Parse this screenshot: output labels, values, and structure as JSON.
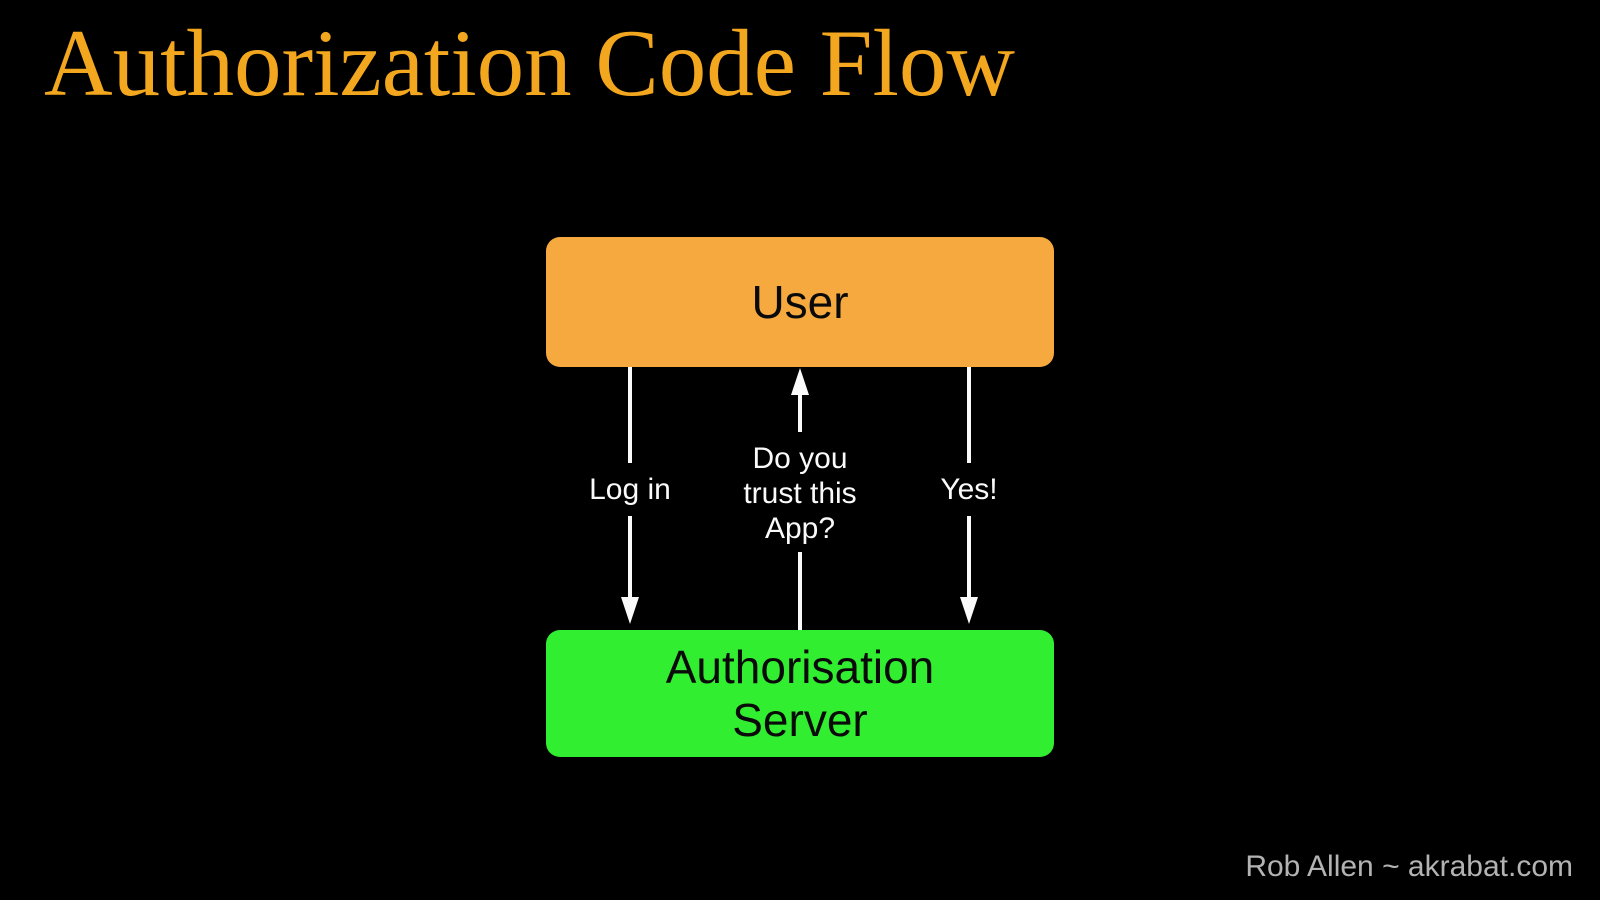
{
  "slide": {
    "title": "Authorization Code Flow",
    "footer_credit": "Rob Allen ~ akrabat.com"
  },
  "diagram": {
    "nodes": [
      {
        "id": "user",
        "label": "User",
        "color": "#F6A93E",
        "text_color": "#0A0A0A"
      },
      {
        "id": "authorisation-server",
        "label": "Authorisation Server",
        "label_lines": [
          "Authorisation",
          "Server"
        ],
        "color": "#31EE31",
        "text_color": "#0A0A0A"
      }
    ],
    "edges": [
      {
        "id": "log-in",
        "from": "user",
        "to": "authorisation-server",
        "direction": "down",
        "label": "Log in"
      },
      {
        "id": "do-you-trust-this-app",
        "from": "authorisation-server",
        "to": "user",
        "direction": "up",
        "label": "Do you trust this App?",
        "label_lines": [
          "Do you",
          "trust this",
          "App?"
        ]
      },
      {
        "id": "yes",
        "from": "user",
        "to": "authorisation-server",
        "direction": "down",
        "label": "Yes!"
      }
    ],
    "arrow_color": "#FAFAFA"
  },
  "colors": {
    "background": "#000000",
    "title": "#F3A71E",
    "footer": "#B3B3B3"
  }
}
